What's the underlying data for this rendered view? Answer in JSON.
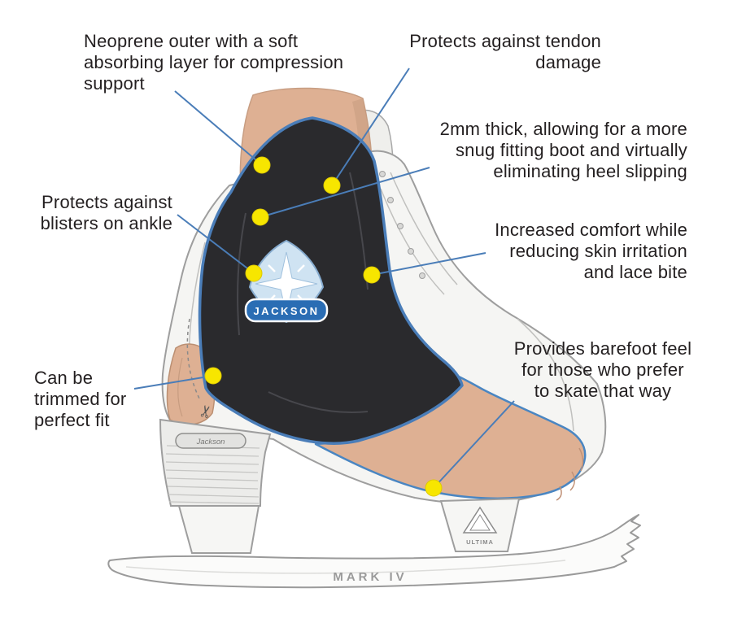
{
  "colors": {
    "accent": "#4a7db8",
    "dot": "#f7e600",
    "sleeve": "#2a2a2d",
    "skin": "#deb093",
    "text": "#231f20"
  },
  "labels": {
    "neoprene": {
      "text": "Neoprene outer with a soft\nabsorbing layer for compression\nsupport"
    },
    "tendon": {
      "text": "Protects against tendon\ndamage"
    },
    "thickness": {
      "text": "2mm thick, allowing for a more\nsnug fitting boot and virtually\neliminating heel slipping"
    },
    "blisters": {
      "text": "Protects against\nblisters on ankle"
    },
    "comfort": {
      "text": "Increased comfort while\nreducing skin irritation\nand lace bite"
    },
    "trim": {
      "text": "Can be\ntrimmed for\nperfect fit"
    },
    "barefoot": {
      "text": "Provides barefoot feel\nfor those who prefer\nto skate that way"
    }
  },
  "skate": {
    "logo_text": "JACKSON",
    "blade_model": "MARK IV",
    "blade_brand": "ULTIMA",
    "heel_plate_text": "Jackson"
  },
  "icons": {
    "scissors": "✂"
  }
}
